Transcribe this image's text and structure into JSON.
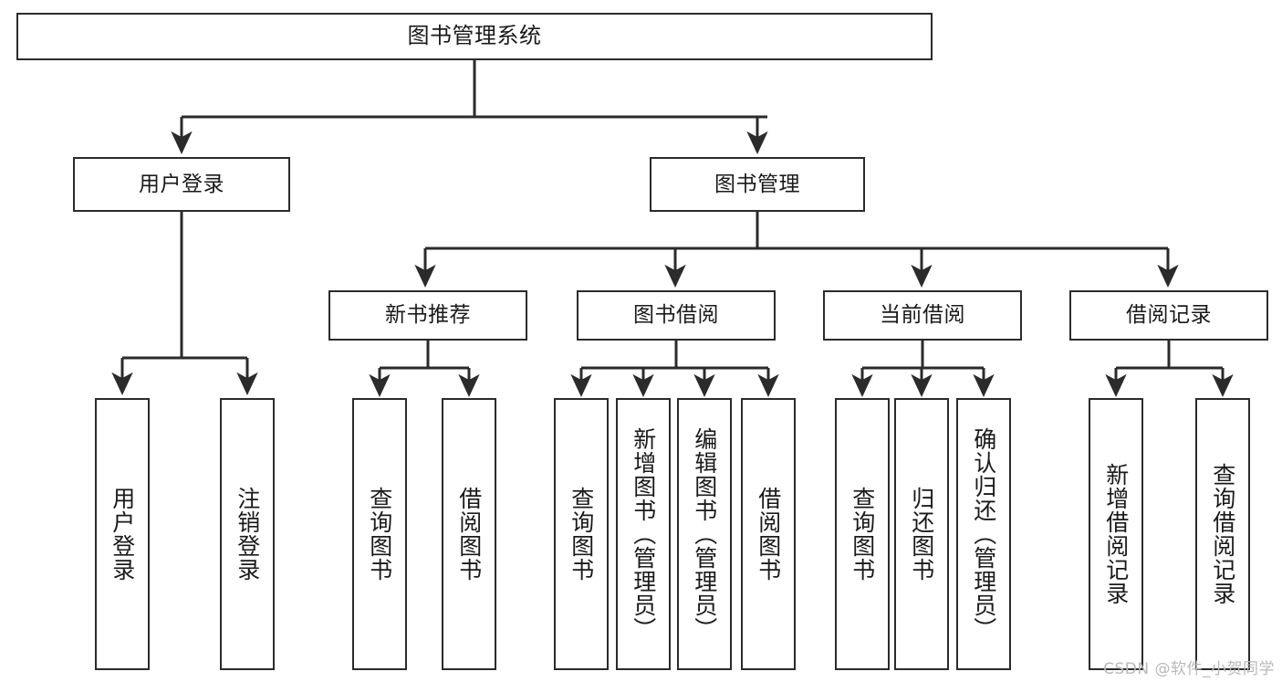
{
  "diagram": {
    "title": "图书管理系统",
    "type": "tree-hierarchy-chart",
    "orientation": "top-down",
    "colors": {
      "box_border": "#2b2b2b",
      "box_fill": "#ffffff",
      "edge": "#2b2b2b",
      "text": "#1a1a1a",
      "watermark": "#b9b9b9",
      "background": "#ffffff"
    }
  },
  "nodes": {
    "root": {
      "label": "图书管理系统"
    },
    "level1": [
      {
        "id": "user-login",
        "label": "用户登录"
      },
      {
        "id": "book-manage",
        "label": "图书管理"
      }
    ],
    "level2": [
      {
        "id": "new-book-recommend",
        "label": "新书推荐"
      },
      {
        "id": "book-borrow",
        "label": "图书借阅"
      },
      {
        "id": "current-borrow",
        "label": "当前借阅"
      },
      {
        "id": "borrow-record",
        "label": "借阅记录"
      }
    ],
    "leaves": {
      "user-login": [
        {
          "id": "leaf-user-login",
          "label": "用户登录"
        },
        {
          "id": "leaf-logout-login",
          "label": "注销登录"
        }
      ],
      "new-book-recommend": [
        {
          "id": "leaf-query-book-1",
          "label": "查询图书"
        },
        {
          "id": "leaf-borrow-book-1",
          "label": "借阅图书"
        }
      ],
      "book-borrow": [
        {
          "id": "leaf-query-book-2",
          "label": "查询图书"
        },
        {
          "id": "leaf-add-book",
          "label": "新增图书（管理员）"
        },
        {
          "id": "leaf-edit-book",
          "label": "编辑图书（管理员）"
        },
        {
          "id": "leaf-borrow-book-2",
          "label": "借阅图书"
        }
      ],
      "current-borrow": [
        {
          "id": "leaf-query-book-3",
          "label": "查询图书"
        },
        {
          "id": "leaf-return-book",
          "label": "归还图书"
        },
        {
          "id": "leaf-confirm-return",
          "label": "确认归还（管理员）"
        }
      ],
      "borrow-record": [
        {
          "id": "leaf-add-record",
          "label": "新增借阅记录"
        },
        {
          "id": "leaf-query-record",
          "label": "查询借阅记录"
        }
      ]
    }
  },
  "watermark": {
    "text": "CSDN @软件_小贺同学"
  }
}
